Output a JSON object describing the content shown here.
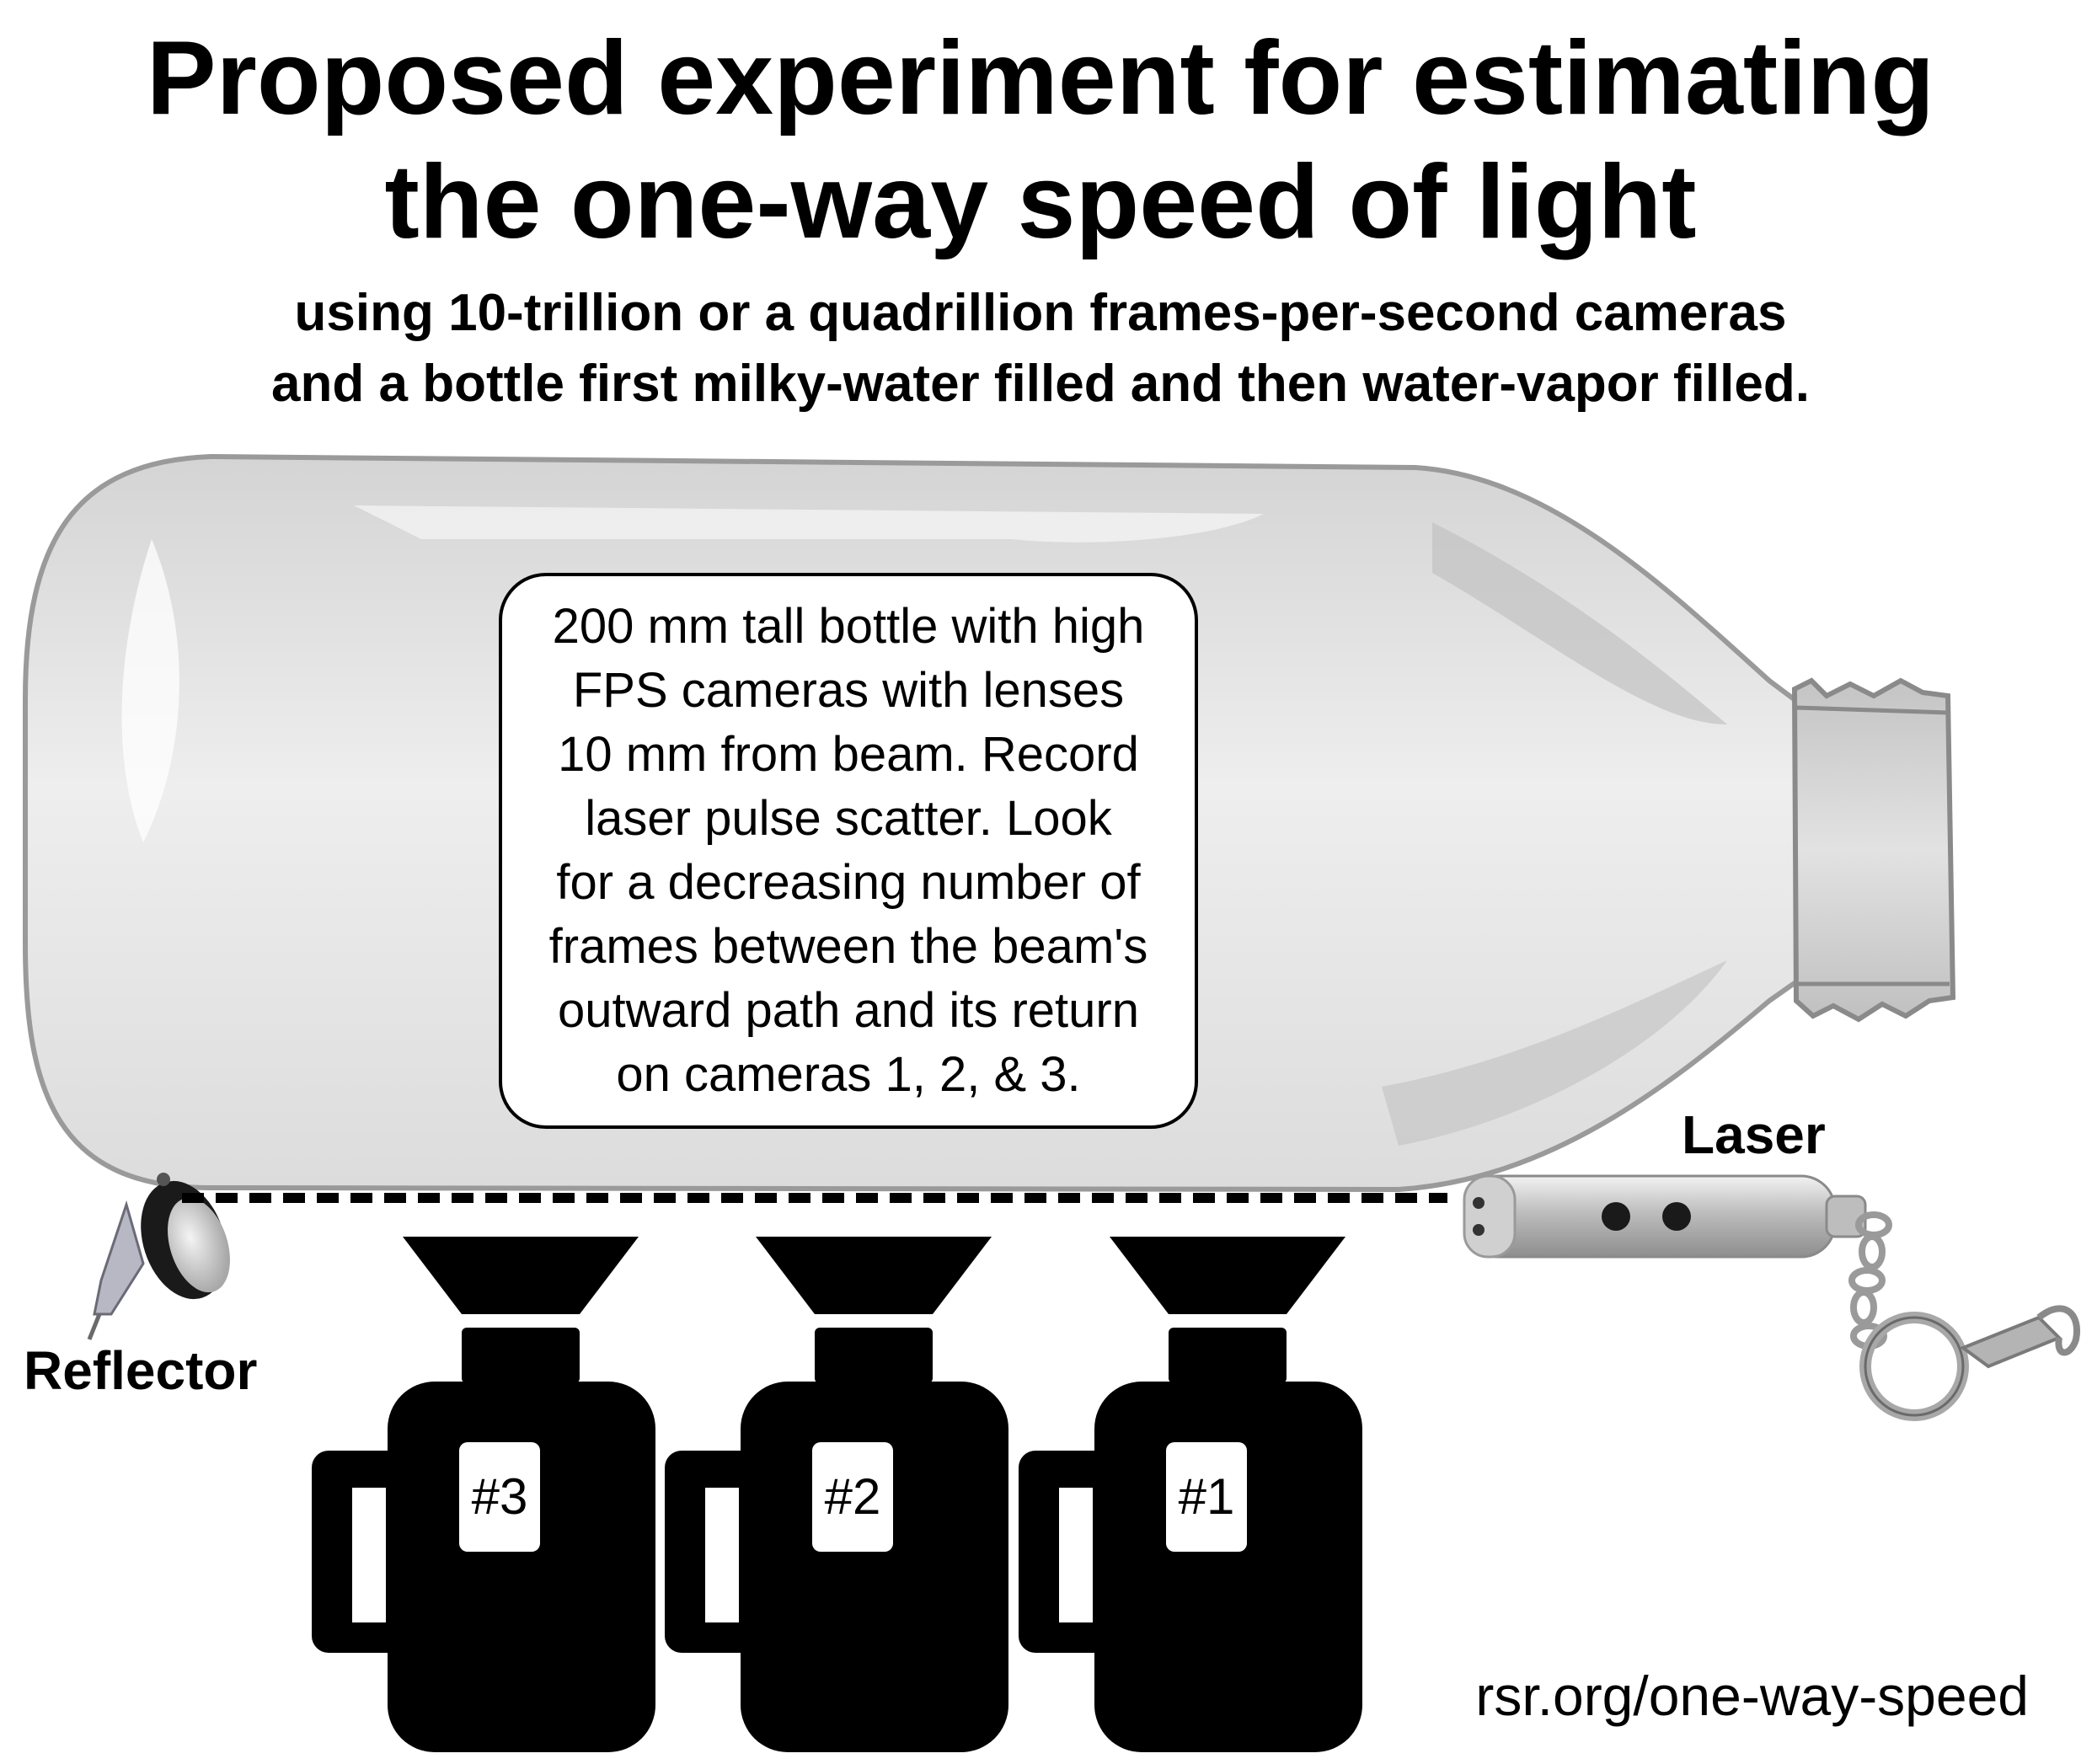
{
  "title": {
    "line1": "Proposed experiment for estimating",
    "line2": "the one-way speed of light"
  },
  "subtitle": {
    "line1": "using 10-trillion or a quadrillion frames-per-second cameras",
    "line2": "and a bottle first milky-water filled and then water-vapor filled."
  },
  "note": {
    "lines": [
      "200 mm tall bottle with high",
      "FPS cameras with lenses",
      "10 mm from beam. Record",
      "laser pulse scatter. Look",
      "for a decreasing number of",
      "frames between the beam's",
      "outward path and its return",
      "on cameras 1, 2, & 3."
    ]
  },
  "labels": {
    "laser": "Laser",
    "reflector": "Reflector"
  },
  "cameras": [
    {
      "tag": "#3"
    },
    {
      "tag": "#2"
    },
    {
      "tag": "#1"
    }
  ],
  "source": "rsr.org/one-way-speed",
  "colors": {
    "bottle_fill": "#e6e6e6",
    "bottle_outline": "#9a9a9a",
    "camera": "#000000",
    "laser_body": "#c9c9c9",
    "beam": "#000000"
  }
}
